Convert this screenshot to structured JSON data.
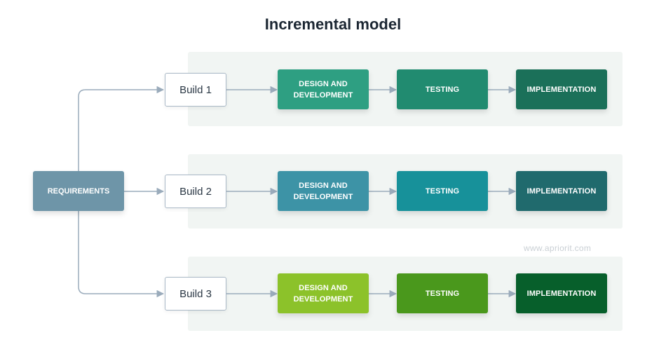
{
  "title": "Incremental model",
  "requirements": {
    "label": "REQUIREMENTS",
    "color": "#6e95a8"
  },
  "builds": [
    {
      "label": "Build 1",
      "stages": [
        {
          "label": "DESIGN AND DEVELOPMENT",
          "color": "#2e9f82"
        },
        {
          "label": "TESTING",
          "color": "#218b70"
        },
        {
          "label": "IMPLEMENTATION",
          "color": "#1b7059"
        }
      ]
    },
    {
      "label": "Build 2",
      "stages": [
        {
          "label": "DESIGN AND DEVELOPMENT",
          "color": "#3d93a6"
        },
        {
          "label": "TESTING",
          "color": "#17919a"
        },
        {
          "label": "IMPLEMENTATION",
          "color": "#206a6d"
        }
      ]
    },
    {
      "label": "Build 3",
      "stages": [
        {
          "label": "DESIGN AND DEVELOPMENT",
          "color": "#8cc22a"
        },
        {
          "label": "TESTING",
          "color": "#4a981c"
        },
        {
          "label": "IMPLEMENTATION",
          "color": "#075f2b"
        }
      ]
    }
  ],
  "watermark": "www.apriorit.com",
  "connector_color": "#9aabbb",
  "band_color": "#f1f5f3"
}
